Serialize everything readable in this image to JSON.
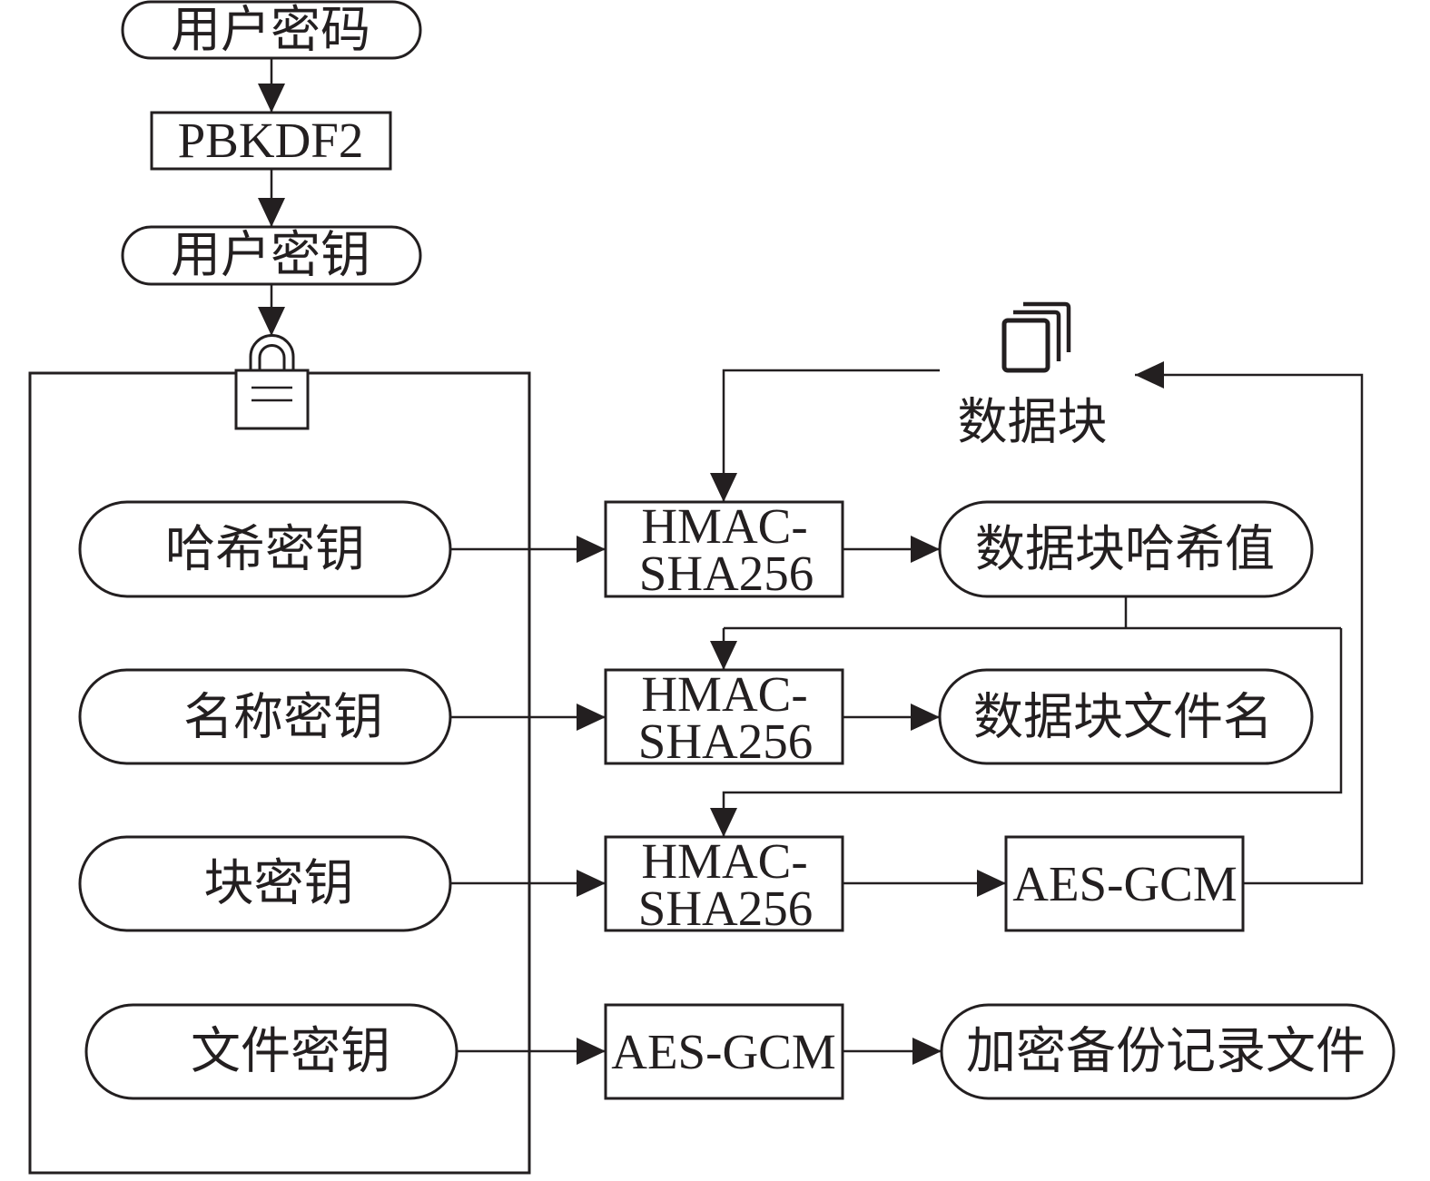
{
  "diagram": {
    "user_password": "用户密码",
    "pbkdf2": "PBKDF2",
    "user_key": "用户密钥",
    "hash_key": "哈希密钥",
    "name_key": "名称密钥",
    "block_key": "块密钥",
    "file_key": "文件密钥",
    "hmac_hash": {
      "line1": "HMAC-",
      "line2": "SHA256"
    },
    "hmac_name": {
      "line1": "HMAC-",
      "line2": "SHA256"
    },
    "hmac_block": {
      "line1": "HMAC-",
      "line2": "SHA256"
    },
    "aes_gcm_block": "AES-GCM",
    "aes_gcm_file": "AES-GCM",
    "data_block": "数据块",
    "data_block_hash": "数据块哈希值",
    "data_block_filename": "数据块文件名",
    "encrypted_backup_record_file": "加密备份记录文件"
  },
  "icons": {
    "key_lock": "lock-icon",
    "data_block": "stacked-documents-icon"
  },
  "colors": {
    "ink": "#231f20",
    "background": "#ffffff"
  }
}
